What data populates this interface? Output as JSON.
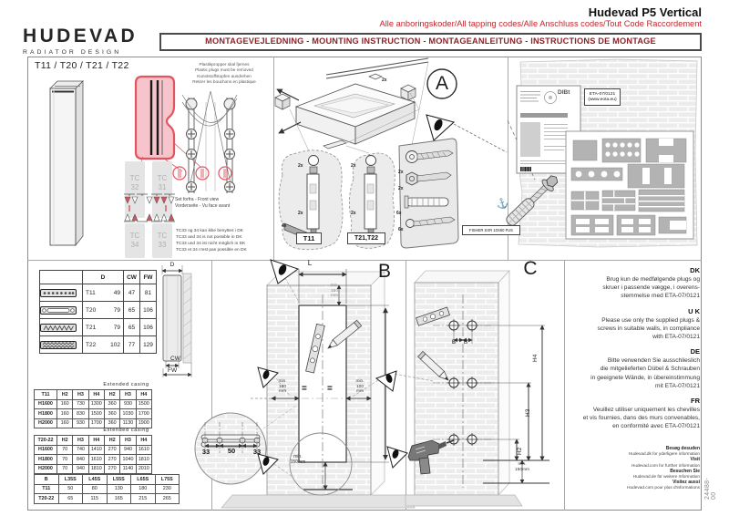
{
  "doc_number": "24488-00",
  "colors": {
    "accent_red": "#c1272d",
    "banner_red": "#8a2326",
    "drawing_line": "#444444"
  },
  "header": {
    "logo_title": "HUDEVAD",
    "logo_tagline": "RADIATOR DESIGN",
    "title": "Hudevad P5 Vertical",
    "subtitle": "Alle anboringskoder/All tapping codes/Alle Anschluss codes/Tout Code Raccordement",
    "banner": "MONTAGEVEJLEDNING - MOUNTING INSTRUCTION - MONTAGEANLEITUNG - INSTRUCTIONS DE MONTAGE"
  },
  "models_panel": {
    "title": "T11 / T20 / T21 / T22",
    "plug_note": "Plastikpropper skal fjernes\nPlastic plugs must be removed\nKunststoffstopfen ausdrehen\nRetirer les bouchons en plastique",
    "tc": {
      "top_left": "TC\n32",
      "top_right": "TC\n31",
      "bottom_left": "TC\n34",
      "bottom_right": "TC\n33"
    },
    "front_view_note": "Set forfra - Front view\nVorderseite - Vu face avant",
    "dk_note": "TC33 og 34 kan ikke benyttes i DK\nTC33 and 34 is not possible in DK\nTC33 und 34 ist nicht möglich in DK\nTC33 et 34 n'est pas possible en DK"
  },
  "section_a": {
    "label": "A",
    "box_qty": "2x",
    "kit1": {
      "label": "T11",
      "qty1": "2x",
      "qty2": "2x",
      "qty3": "4x"
    },
    "kit2": {
      "label": "T21,T22",
      "qty1": "2x",
      "qty2": "2x"
    },
    "screws": {
      "qty1": "2x",
      "qty2": "2x",
      "qty3": "6x",
      "qty4": "6x"
    },
    "anchor_label": "FISHER SXR 10X60 FUS",
    "eta_label": "ETA-07/0121\n(www.eota.eu)",
    "cert_logo": "DIBt"
  },
  "section_b": {
    "label": "B",
    "dim_l": "L",
    "dim_top": "min.\n150\nmm",
    "dim_left": "min.\n100\nmm",
    "dim_right": "min.\n100\nmm",
    "dim_bottom": "min.\n150mm",
    "equals": "=",
    "detail_dims": [
      "33",
      "50",
      "33"
    ]
  },
  "section_c": {
    "label": "C",
    "dim_b1": "B",
    "dim_b2": "B",
    "dim_h4": "H4",
    "dim_h3": "H3",
    "dim_h2": "H2",
    "dim_bottom": "min.\n150mm"
  },
  "spec_table": {
    "headers": {
      "d": "D",
      "cw": "CW",
      "fw": "FW"
    },
    "rows": [
      {
        "model": "T11",
        "d": "49",
        "cw": "47",
        "fw": "81"
      },
      {
        "model": "T20",
        "d": "79",
        "cw": "65",
        "fw": "106"
      },
      {
        "model": "T21",
        "d": "79",
        "cw": "65",
        "fw": "106"
      },
      {
        "model": "T22",
        "d": "102",
        "cw": "77",
        "fw": "129"
      }
    ],
    "diagram": {
      "d": "D",
      "cw": "CW",
      "fw": "FW"
    }
  },
  "casing_tables": {
    "extended_label": "Extended casing",
    "t11": {
      "col_headers": [
        "T11",
        "H2",
        "H3",
        "H4",
        "H2",
        "H3",
        "H4"
      ],
      "rows": [
        [
          "H1600",
          "160",
          "730",
          "1300",
          "360",
          "930",
          "1500"
        ],
        [
          "H1800",
          "160",
          "830",
          "1500",
          "360",
          "1030",
          "1700"
        ],
        [
          "H2000",
          "160",
          "930",
          "1700",
          "360",
          "1130",
          "1900"
        ]
      ]
    },
    "t2022": {
      "col_headers": [
        "T20-22",
        "H2",
        "H3",
        "H4",
        "H2",
        "H3",
        "H4"
      ],
      "rows": [
        [
          "H1600",
          "70",
          "740",
          "1410",
          "270",
          "940",
          "1610"
        ],
        [
          "H1800",
          "70",
          "840",
          "1610",
          "270",
          "1040",
          "1810"
        ],
        [
          "H2000",
          "70",
          "940",
          "1810",
          "270",
          "1140",
          "2010"
        ]
      ]
    },
    "b": {
      "col_headers": [
        "B",
        "L35S",
        "L45S",
        "L55S",
        "L65S",
        "L75S"
      ],
      "rows": [
        [
          "T11",
          "50",
          "80",
          "130",
          "180",
          "230"
        ],
        [
          "T20-22",
          "65",
          "115",
          "165",
          "215",
          "265"
        ]
      ]
    }
  },
  "notes": {
    "dk": {
      "label": "DK",
      "text": "Brug kun de medfølgende plugs og\nskruer i passende vægge, i overens-\nstemmelse med ETA-07/0121"
    },
    "uk": {
      "label": "U K",
      "text": "Please use only the supplied plugs &\nscrews in suitable walls, in compliance\nwith ETA-07/0121"
    },
    "de": {
      "label": "DE",
      "text": "Bitte verwenden Sie ausschlieslich\ndie mitgelieferten Dübel & Schrauben\nin geeignete Wände, in übereinstimmung\nmit ETA-07/0121"
    },
    "fr": {
      "label": "FR",
      "text": "Veuillez utiliser uniquement les chevilles\net vis fournies, dans des murs convenables,\nen conformité avec ETA-07/0121"
    }
  },
  "footer": {
    "items": [
      {
        "label": "Besøg desuden",
        "text": "Hudevad.dk for yderligere information"
      },
      {
        "label": "Visit",
        "text": "Hudevad.com for further information"
      },
      {
        "label": "Besuchen Sie",
        "text": "Hudevad.de für weitere Information"
      },
      {
        "label": "Visitez aussi",
        "text": "Hudevad.com pour plus d'informations"
      }
    ]
  }
}
